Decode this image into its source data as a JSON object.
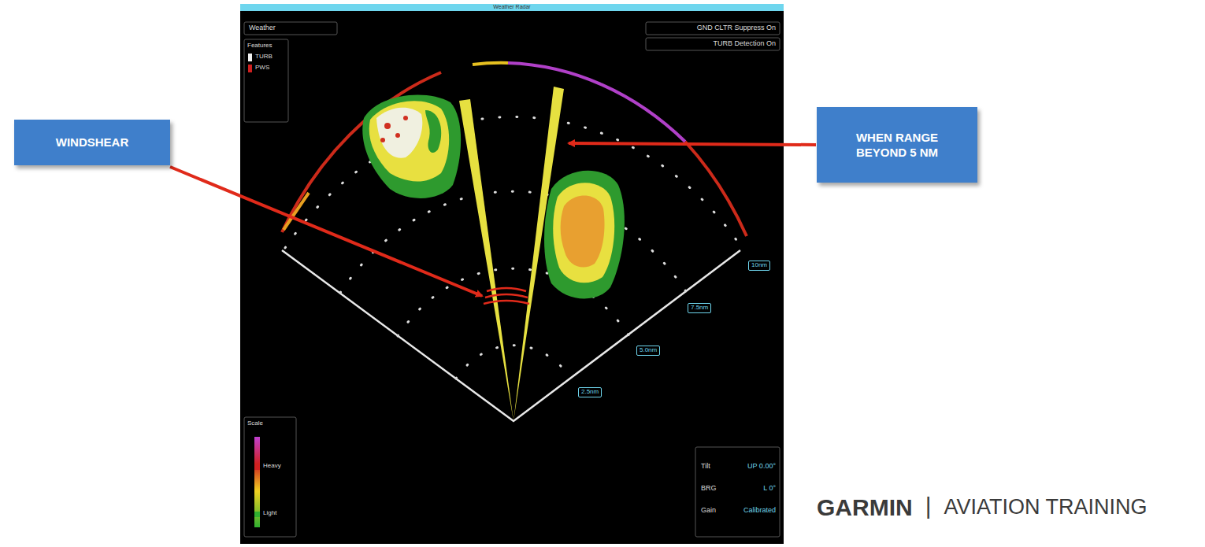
{
  "diagram": {
    "nodes": [
      {
        "text": [
          "WINDSHEAR"
        ]
      },
      {
        "text": [
          "WHEN RANGE BEYOND 5 NM"
        ]
      }
    ],
    "labels": [
      "Weather Radar",
      "Weather",
      "GND CLTR Suppress On",
      "TURB Detection On",
      "Features",
      "Scale",
      "10nm",
      "7.5nm",
      "5.0nm",
      "2.5nm",
      "Tilt",
      "UP 0.00°",
      "BRG",
      "L 0°",
      "Gain",
      "Calibrated",
      "GARMIN",
      "|",
      "AVIATION TRAINING"
    ],
    "legend": [
      {
        "text": "TURB",
        "color": "#f0f0f0"
      },
      {
        "text": "PWS",
        "color": "#d02020"
      },
      {
        "text": "Heavy",
        "color": "#d02020"
      },
      {
        "text": "Light",
        "color": "#30b030"
      }
    ]
  }
}
